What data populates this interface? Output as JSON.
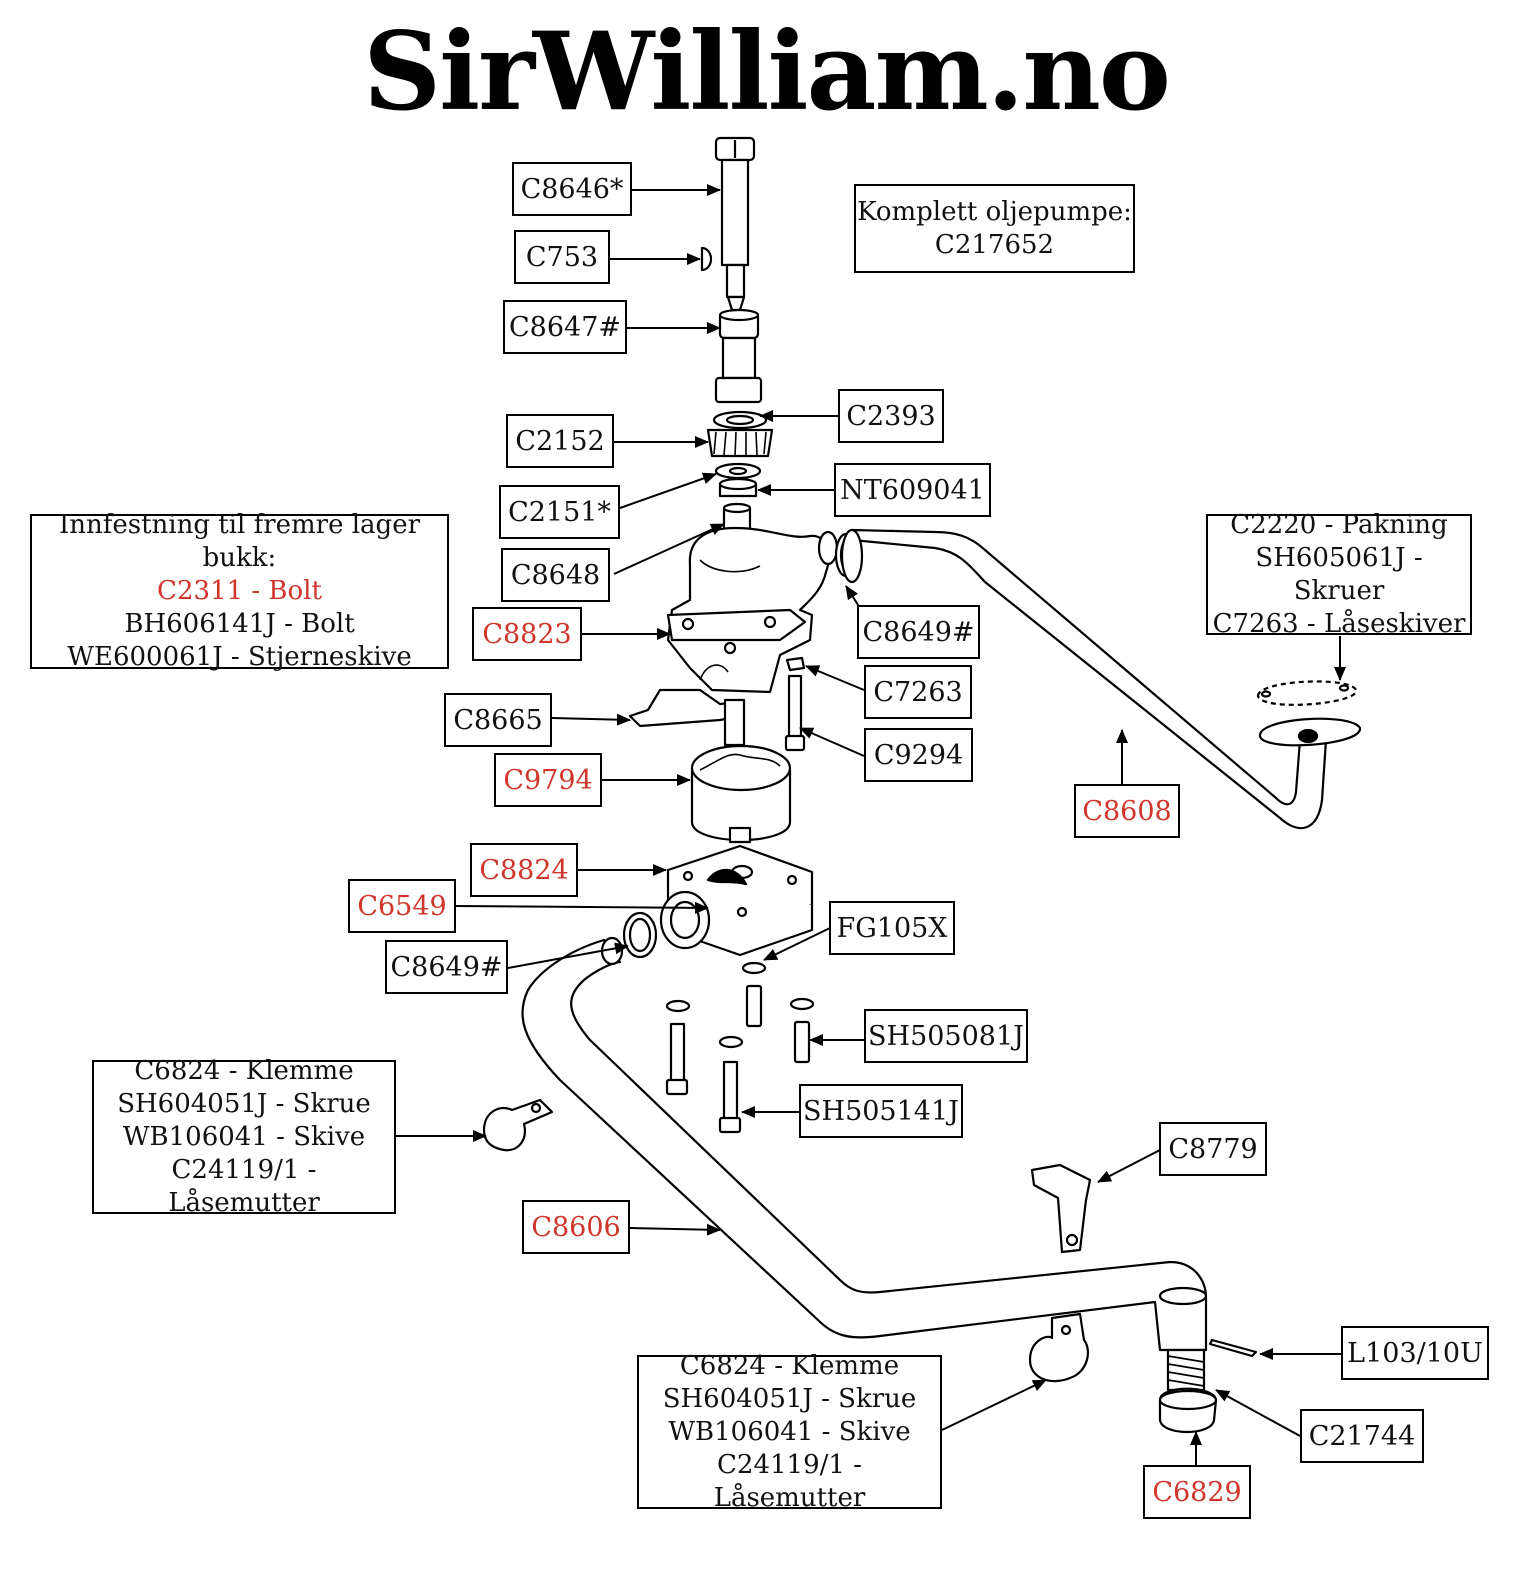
{
  "title": "SirWilliam.no",
  "colors": {
    "part_number": "#111111",
    "highlight": "#d0362b"
  },
  "labels": {
    "c8646": {
      "text": "C8646*",
      "red": false
    },
    "c753": {
      "text": "C753",
      "red": false
    },
    "c8647": {
      "text": "C8647#",
      "red": false
    },
    "c2393": {
      "text": "C2393",
      "red": false
    },
    "c2152": {
      "text": "C2152",
      "red": false
    },
    "nt609041": {
      "text": "NT609041",
      "red": false
    },
    "c2151": {
      "text": "C2151*",
      "red": false
    },
    "c8648": {
      "text": "C8648",
      "red": false
    },
    "c8823": {
      "text": "C8823",
      "red": true
    },
    "c8649_top": {
      "text": "C8649#",
      "red": false
    },
    "c7263": {
      "text": "C7263",
      "red": false
    },
    "c8665": {
      "text": "C8665",
      "red": false
    },
    "c9294": {
      "text": "C9294",
      "red": false
    },
    "c9794": {
      "text": "C9794",
      "red": true
    },
    "c8608": {
      "text": "C8608",
      "red": true
    },
    "c8824": {
      "text": "C8824",
      "red": true
    },
    "c6549": {
      "text": "C6549",
      "red": true
    },
    "fg105x": {
      "text": "FG105X",
      "red": false
    },
    "c8649_bottom": {
      "text": "C8649#",
      "red": false
    },
    "sh505081j": {
      "text": "SH505081J",
      "red": false
    },
    "sh505141j": {
      "text": "SH505141J",
      "red": false
    },
    "c8779": {
      "text": "C8779",
      "red": false
    },
    "c8606": {
      "text": "C8606",
      "red": true
    },
    "l103": {
      "text": "L103/10U",
      "red": false
    },
    "c21744": {
      "text": "C21744",
      "red": false
    },
    "c6829": {
      "text": "C6829",
      "red": true
    }
  },
  "notes": {
    "complete_pump": {
      "lines": [
        "Komplett oljepumpe:",
        "C217652"
      ]
    },
    "mounting": {
      "lines": [
        {
          "text": "Innfestning til fremre lager bukk:",
          "red": false
        },
        {
          "text": "C2311 - Bolt",
          "red": true
        },
        {
          "text": "BH606141J - Bolt",
          "red": false
        },
        {
          "text": "WE600061J - Stjerneskive",
          "red": false
        }
      ]
    },
    "gasket": {
      "lines": [
        "C2220 - Pakning",
        "SH605061J - Skruer",
        "C7263 - Låseskiver"
      ]
    },
    "clamp_upper": {
      "lines": [
        "C6824 - Klemme",
        "SH604051J - Skrue",
        "WB106041 - Skive",
        "C24119/1 - Låsemutter"
      ]
    },
    "clamp_lower": {
      "lines": [
        "C6824 - Klemme",
        "SH604051J - Skrue",
        "WB106041 - Skive",
        "C24119/1 - Låsemutter"
      ]
    }
  }
}
